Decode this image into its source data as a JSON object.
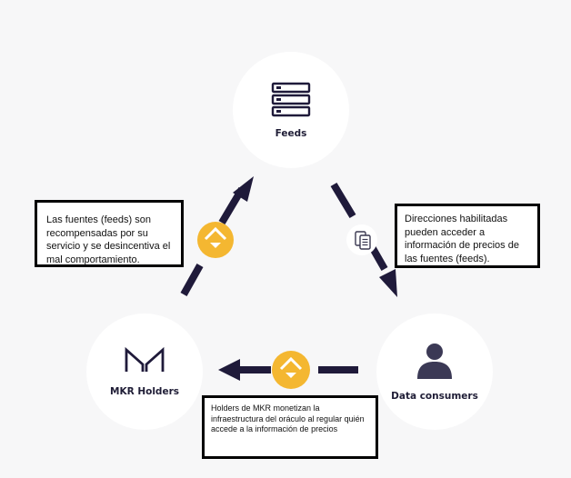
{
  "nodes": {
    "feeds": {
      "label": "Feeds"
    },
    "consumers": {
      "label": "Data consumers"
    },
    "mkr": {
      "label": "MKR Holders"
    }
  },
  "notes": {
    "left": "Las fuentes (feeds) son recompensadas por su servicio y se desincentiva el mal comportamiento.",
    "right": "Direcciones habilitadas pueden acceder a información de precios de las fuentes (feeds).",
    "bottom": "Holders de MKR monetizan la infraestructura del oráculo al regular quién accede a la información de precios"
  },
  "colors": {
    "arrow": "#1f1a3a",
    "badge": "#f4b731",
    "node": "#ffffff",
    "background": "#f7f7f8"
  },
  "icons": [
    "server-icon",
    "person-icon",
    "maker-logo-icon",
    "maker-diamond-icon",
    "document-icon"
  ]
}
